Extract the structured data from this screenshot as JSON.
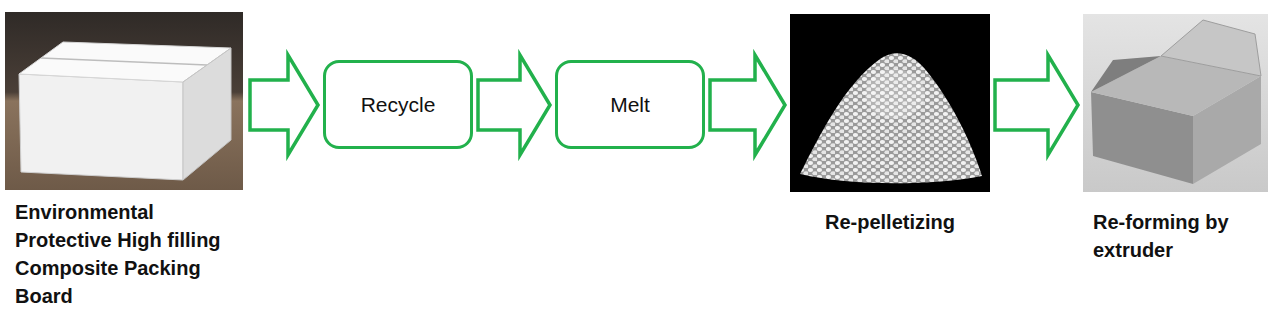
{
  "diagram": {
    "nodes": [
      {
        "text": [
          "Environmental Protective High filling Composite Packing Board"
        ]
      },
      {
        "text": [
          "Recycle"
        ]
      },
      {
        "text": [
          "Melt"
        ]
      },
      {
        "text": [
          "Re-pelletizing"
        ]
      },
      {
        "text": [
          "Re-forming by extruder"
        ]
      }
    ],
    "edges": [
      {
        "from": 0,
        "to": 1,
        "arrow": "to"
      },
      {
        "from": 1,
        "to": 2,
        "arrow": "to"
      },
      {
        "from": 2,
        "to": 3,
        "arrow": "to"
      },
      {
        "from": 3,
        "to": 4,
        "arrow": "to"
      }
    ]
  }
}
